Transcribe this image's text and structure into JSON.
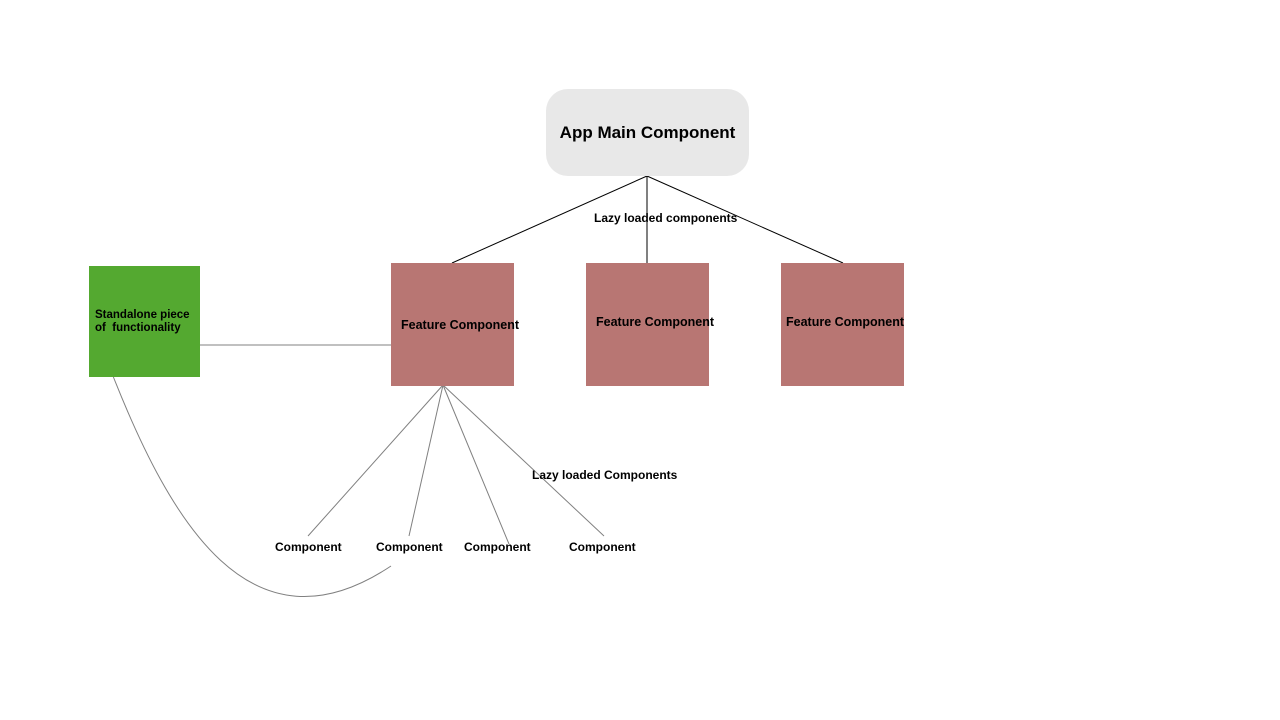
{
  "colors": {
    "root_fill": "#e8e8e8",
    "feature_fill": "#b87673",
    "standalone_fill": "#54a930",
    "primary_line": "#000000",
    "secondary_line": "#808080"
  },
  "nodes": {
    "root": "App Main Component",
    "features": [
      "Feature Component",
      "Feature Component",
      "Feature Component"
    ],
    "standalone": "Standalone piece\nof  functionality"
  },
  "labels": {
    "lazy_top": "Lazy loaded components",
    "lazy_bottom": "Lazy loaded Components"
  },
  "components": [
    "Component",
    "Component",
    "Component",
    "Component"
  ]
}
